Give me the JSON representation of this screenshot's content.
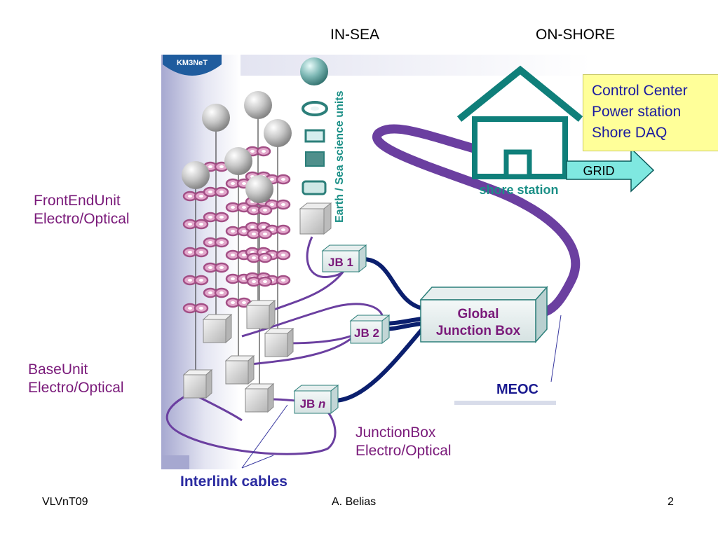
{
  "header": {
    "in_sea": "IN-SEA",
    "on_shore": "ON-SHORE"
  },
  "logo": "KM3NeT",
  "vertical_label": "Earth / Sea science units",
  "shore_station": {
    "label": "shore station",
    "info": [
      "Control Center",
      "Power station",
      "Shore DAQ"
    ],
    "grid": "GRID"
  },
  "junction_boxes": {
    "jb1": "JB 1",
    "jb2": "JB 2",
    "jbn_prefix": "JB ",
    "jbn_suffix": "n"
  },
  "global_box": {
    "line1": "Global",
    "line2": "Junction Box"
  },
  "labels": {
    "front_end_1": "FrontEndUnit",
    "front_end_2": "Electro/Optical",
    "base_1": "BaseUnit",
    "base_2": "Electro/Optical",
    "junction_1": "JunctionBox",
    "junction_2": "Electro/Optical",
    "meoc": "MEOC",
    "interlink": "Interlink cables"
  },
  "footer": {
    "left": "VLVnT09",
    "center": "A. Belias",
    "right": "2"
  },
  "colors": {
    "teal": "#0f7f7a",
    "purple_cable": "#6b3fa0",
    "navy_cable": "#0b1f6e",
    "label_purple": "#7a1a7a",
    "info_bg": "#ffff99",
    "grid_arrow": "#7fe8e0"
  }
}
